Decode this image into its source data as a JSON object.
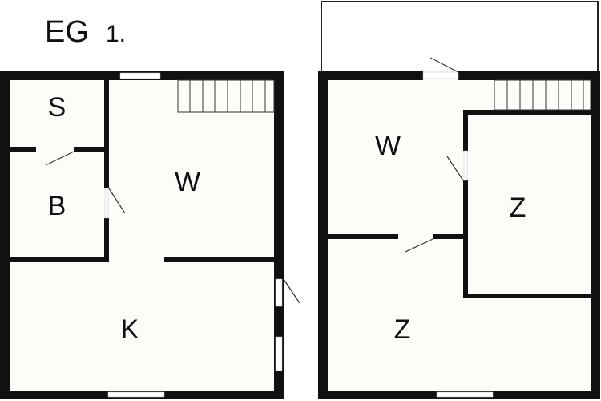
{
  "title": {
    "floor": "EG",
    "overlay": "1."
  },
  "left_plan": {
    "rooms": [
      {
        "label": "S"
      },
      {
        "label": "B"
      },
      {
        "label": "W"
      },
      {
        "label": "K"
      }
    ]
  },
  "right_plan": {
    "rooms": [
      {
        "label": "W"
      },
      {
        "label": "Z"
      },
      {
        "label": "Z"
      }
    ]
  },
  "colors": {
    "wall": "#111111",
    "floor": "#fdfcf9",
    "opening": "#ffffff"
  }
}
